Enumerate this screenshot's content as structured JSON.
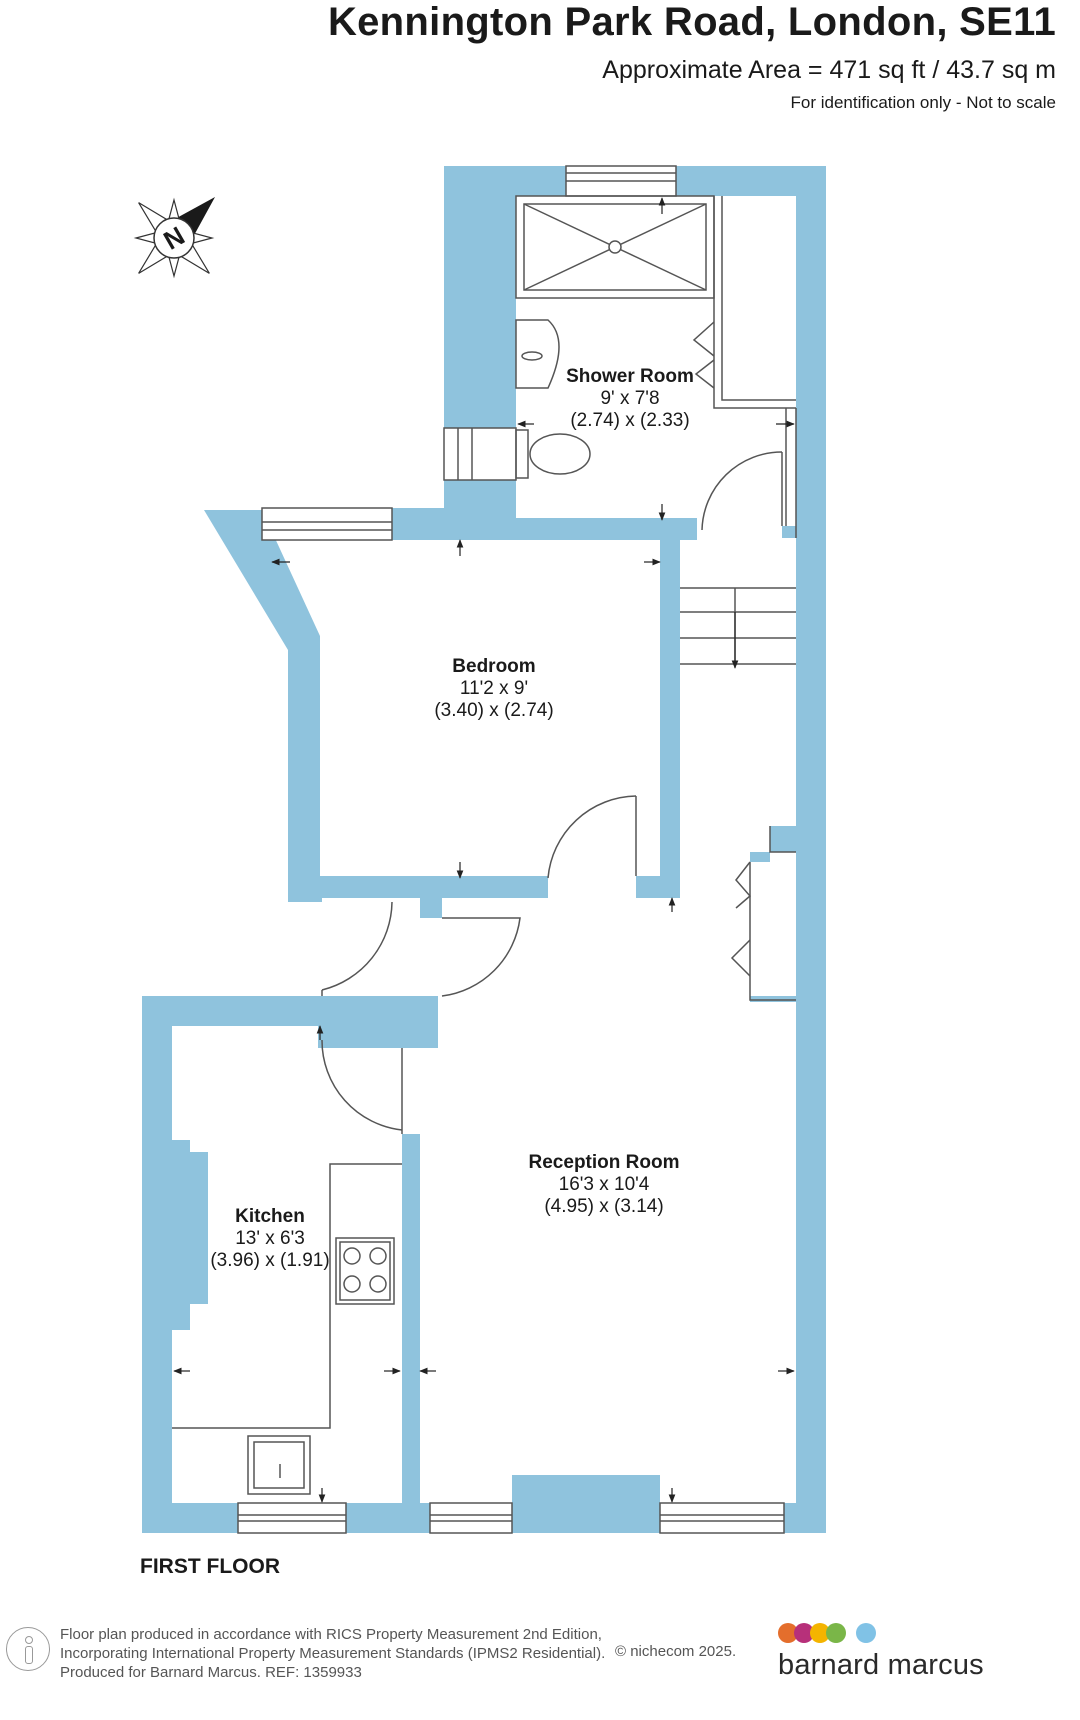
{
  "header": {
    "title": "Kennington Park Road, London, SE11",
    "area": "Approximate Area = 471 sq ft / 43.7 sq m",
    "note": "For identification only - Not to scale"
  },
  "compass": {
    "letter": "N"
  },
  "rooms": {
    "shower": {
      "name": "Shower Room",
      "imperial": "9' x 7'8",
      "metric": "(2.74) x (2.33)"
    },
    "bedroom": {
      "name": "Bedroom",
      "imperial": "11'2 x 9'",
      "metric": "(3.40) x (2.74)"
    },
    "reception": {
      "name": "Reception Room",
      "imperial": "16'3 x 10'4",
      "metric": "(4.95) x (3.14)"
    },
    "kitchen": {
      "name": "Kitchen",
      "imperial": "13' x 6'3",
      "metric": "(3.96) x (1.91)"
    }
  },
  "floor_label": "FIRST FLOOR",
  "footer": {
    "line1": "Floor plan produced in accordance with RICS Property Measurement 2nd Edition,",
    "line2": "Incorporating International Property Measurement Standards (IPMS2 Residential).",
    "line3": "Produced for Barnard Marcus.   REF: 1359933",
    "copyright": "© nichecom 2025."
  },
  "brand": {
    "name": "barnard marcus",
    "dot_colors": [
      "#e46e2c",
      "#b7307a",
      "#f4b400",
      "#7ab648",
      "#80c2e6"
    ]
  },
  "colors": {
    "wall": "#8fc3dd",
    "line": "#333333"
  }
}
